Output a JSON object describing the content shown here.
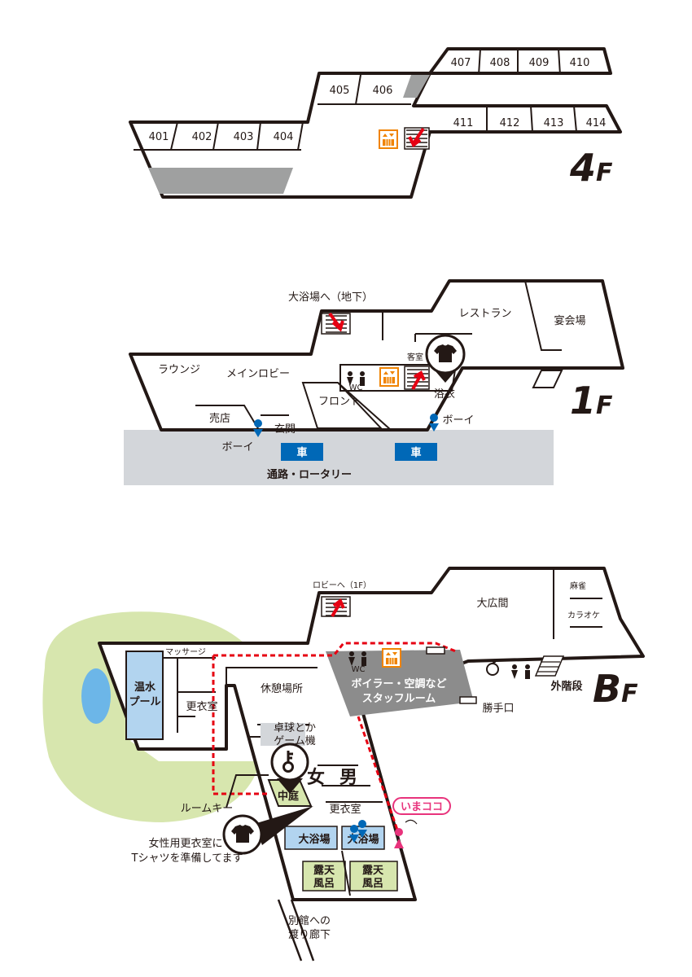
{
  "floor4": {
    "label_main": "4",
    "label_suffix": "F",
    "rooms": [
      "401",
      "402",
      "403",
      "404",
      "405",
      "406",
      "407",
      "408",
      "409",
      "410",
      "411",
      "412",
      "413",
      "414"
    ]
  },
  "floor1": {
    "label_main": "1",
    "label_suffix": "F",
    "to_bath": "大浴場へ（地下）",
    "restaurant": "レストラン",
    "banquet": "宴会場",
    "lounge": "ラウンジ",
    "main_lobby": "メインロビー",
    "guest_room": "客室",
    "front": "フロント",
    "yukata": "浴衣",
    "shop": "売店",
    "entrance": "玄関",
    "boy_left": "ボーイ",
    "boy_right": "ボーイ",
    "car_left": "車",
    "car_right": "車",
    "road": "通路・ロータリー",
    "wc": "WC"
  },
  "floorB": {
    "label_main": "B",
    "label_suffix": "F",
    "to_lobby": "ロビーへ（1F）",
    "hall": "大広間",
    "mahjong": "麻雀",
    "karaoke": "カラオケ",
    "massage": "マッサージ",
    "pool_1": "温水",
    "pool_2": "プール",
    "changing_pool": "更衣室",
    "rest_area": "休憩場所",
    "staff_1": "ボイラー・空調など",
    "staff_2": "スタッフルーム",
    "back_door": "勝手口",
    "outer_stairs": "外階段",
    "pingpong_1": "卓球とか",
    "pingpong_2": "ゲーム機",
    "women": "女",
    "men": "男",
    "courtyard": "中庭",
    "changing_room": "更衣室",
    "room_key": "ルームキー",
    "now_here": "いまココ",
    "bath_left": "大浴場",
    "bath_right": "大浴場",
    "rotenburo_1": "露天",
    "rotenburo_2": "風呂",
    "tshirt_1": "女性用更衣室に",
    "tshirt_2": "Tシャツを準備してます",
    "annex_1": "別館への",
    "annex_2": "渡り廊下",
    "wc": "WC"
  },
  "colors": {
    "gray": "#9fa0a0",
    "road": "#d3d6da",
    "blue_bath": "#b2d4ef",
    "lawn": "#d7e6ae",
    "pond": "#6cb6e8",
    "red": "#e60012",
    "pink": "#e8337c",
    "orange": "#f08300",
    "blue_icon": "#0068b7",
    "staff": "#8c8c8c"
  }
}
